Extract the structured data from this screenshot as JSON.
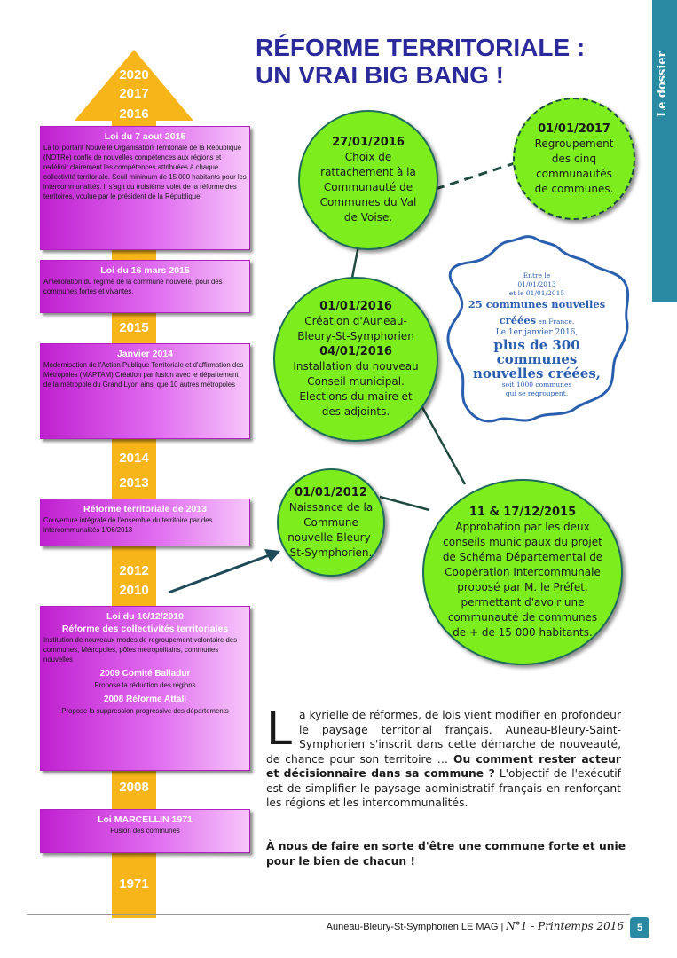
{
  "side_tab": "Le dossier",
  "title": {
    "line1": "RÉFORME TERRITORIALE :",
    "line2": "UN VRAI BIG BANG !"
  },
  "timeline": {
    "years": [
      "2020",
      "2017",
      "2016",
      "2015",
      "2014",
      "2013",
      "2012",
      "2010",
      "2008",
      "1971"
    ],
    "boxes": [
      {
        "title": "Loi du 7 aout 2015",
        "body": "La loi portant Nouvelle Organisation Territoriale de la République (NOTRe) confie de nouvelles compétences aux régions et redéfinit clairement les compétences attribuées à chaque collectivité territoriale. Seuil minimum de 15 000 habitants pour les intercommunalités. Il s'agit du troisième volet de la réforme des territoires, voulue par le président de la République."
      },
      {
        "title": "Loi du 16 mars 2015",
        "body": "Amélioration du régime de la commune nouvelle, pour des communes fortes et vivantes."
      },
      {
        "title": "Janvier 2014",
        "body": "Modernisation de l'Action Publique Territoriale et d'affirmation des Métropoles (MAPTAM) Création par fusion avec le département de la métropole du Grand Lyon ainsi que 10 autres métropoles"
      },
      {
        "title": "Réforme territoriale de 2013",
        "body": "Couverture intégrale de l'ensemble du territoire par des intercommunalités 1/06/2013"
      },
      {
        "title": "Loi du 16/12/2010",
        "title2": "Réforme des collectivités territoriales",
        "body": "Institution de nouveaux modes de regroupement volontaire des communes, Métropoles, pôles métropolitains, communes nouvelles",
        "sub1": "2009 Comité Balladur",
        "sub1_body": "Propose la réduction des régions",
        "sub2": "2008 Réforme Attali",
        "sub2_body": "Propose la suppression progressive des départements"
      },
      {
        "title": "Loi MARCELLIN 1971",
        "body": "Fusion des communes"
      }
    ]
  },
  "bubbles": {
    "b2016_choix": {
      "date": "27/01/2016",
      "text": "Choix de rattachement à la Communauté de Communes du Val de Voise."
    },
    "b2017": {
      "date": "01/01/2017",
      "text": "Regroupement des cinq communautés de communes."
    },
    "b2016_creation": {
      "date": "01/01/2016",
      "text": "Création d'Auneau-Bleury-St-Symphorien",
      "date2": "04/01/2016",
      "text2": "Installation du nouveau Conseil municipal. Elections du maire et des adjoints."
    },
    "b2012": {
      "date": "01/01/2012",
      "text": "Naissance de la Commune nouvelle Bleury-St-Symphorien."
    },
    "b2015": {
      "date": "11 & 17/12/2015",
      "text": "Approbation par les deux conseils municipaux du projet de Schéma Départemental de Coopération Intercommunale proposé par M. le Préfet, permettant d'avoir une communauté de communes de + de 15 000 habitants."
    }
  },
  "map_box": {
    "l1": "Entre le",
    "l2": "01/01/2013",
    "l3": "et le 01/01/2015",
    "l4": "25 communes nouvelles",
    "l5a": "créées",
    "l5b": " en France.",
    "l6": "Le 1er janvier 2016,",
    "l7": "plus de 300",
    "l8": "communes",
    "l9": "nouvelles créées,",
    "l10": "soit 1000 communes",
    "l11": "qui se regroupent."
  },
  "article": {
    "dropcap": "L",
    "p1": "a kyrielle de réformes, de lois vient modifier en profondeur le paysage territorial français. Auneau-Bleury-Saint-Symphorien s'inscrit dans cette démarche de nouveauté, de chance pour son territoire … ",
    "p1_bold": "Ou comment rester acteur et décisionnaire dans sa commune ?",
    "p2": "L'objectif de l'exécutif est de simplifier le paysage administratif français en renforçant les régions et les intercommunalités.",
    "conclusion": "À nous de faire en sorte d'être une commune forte et unie pour le bien de chacun !"
  },
  "footer": {
    "magazine": "Auneau-Bleury-St-Symphorien LE MAG",
    "sep": "|",
    "issue": "N°1 - Printemps 2016",
    "page": "5"
  },
  "colors": {
    "accent": "#2b8aa3",
    "title": "#2a2a9a",
    "timeline": "#f8b51a",
    "box": "#c020d0",
    "bubble": "#7ded1e",
    "map_text": "#2a5fb0"
  }
}
